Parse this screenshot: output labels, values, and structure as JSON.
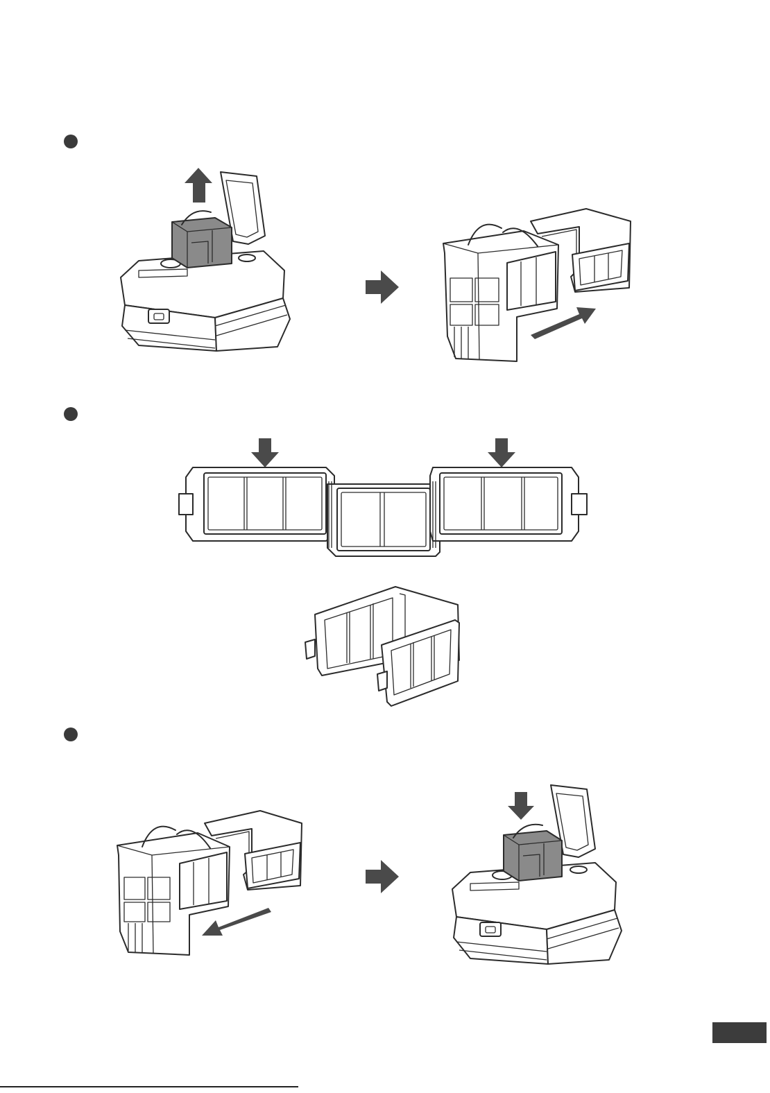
{
  "steps": [
    {
      "marker": "step-1-bullet"
    },
    {
      "marker": "step-2-bullet"
    },
    {
      "marker": "step-3-bullet"
    }
  ],
  "colors": {
    "ink": "#2b2b2b",
    "arrow": "#4a4a4a",
    "basket_shade": "#8a8a8a",
    "page_tab": "#3c3c3c"
  }
}
